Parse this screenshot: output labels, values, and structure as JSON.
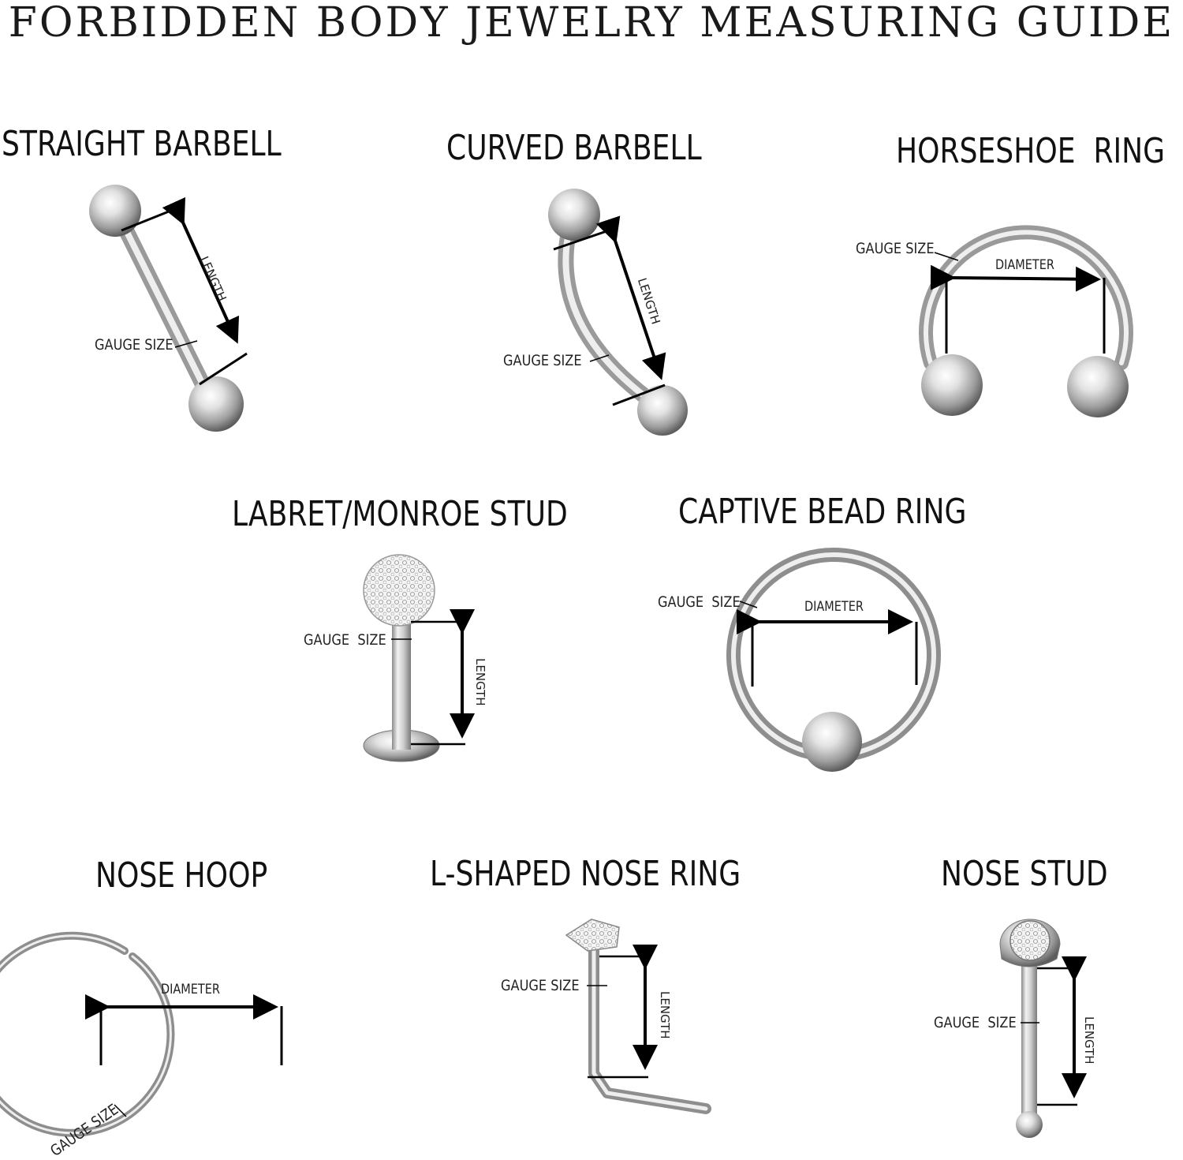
{
  "title": "Forbidden Body Jewelry Measuring Guide",
  "items": {
    "straight_barbell": {
      "heading": "STRAIGHT BARBELL",
      "gauge": "GAUGE SIZE",
      "length": "LENGTH"
    },
    "curved_barbell": {
      "heading": "CURVED BARBELL",
      "gauge": "GAUGE SIZE",
      "length": "LENGTH"
    },
    "horseshoe_ring": {
      "heading": "HORSESHOE  RING",
      "gauge": "GAUGE SIZE",
      "diameter": "DIAMETER"
    },
    "labret_stud": {
      "heading": "LABRET/MONROE STUD",
      "gauge": "GAUGE  SIZE",
      "length": "LENGTH"
    },
    "captive_bead_ring": {
      "heading": "CAPTIVE BEAD RING",
      "gauge": "GAUGE  SIZE",
      "diameter": "DIAMETER"
    },
    "nose_hoop": {
      "heading": "NOSE HOOP",
      "gauge": "GAUGE SIZE",
      "diameter": "DIAMETER"
    },
    "l_shaped_nose_ring": {
      "heading": "L-SHAPED NOSE RING",
      "gauge": "GAUGE SIZE",
      "length": "LENGTH"
    },
    "nose_stud": {
      "heading": "NOSE STUD",
      "gauge": "GAUGE  SIZE",
      "length": "LENGTH"
    }
  },
  "colors": {
    "metal_light": "#f4f4f4",
    "metal_mid": "#c9c9c9",
    "metal_dark": "#7a7a7a",
    "ink": "#000000"
  }
}
